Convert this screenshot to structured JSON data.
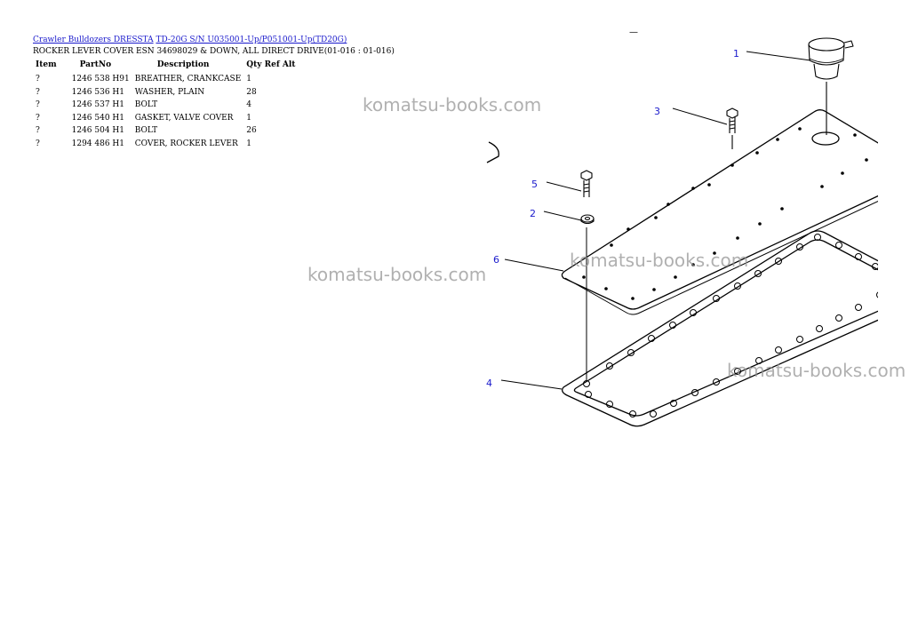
{
  "breadcrumb": {
    "link1": "Crawler Bulldozers DRESSTA",
    "link2": "TD-20G S/N U035001-Up/P051001-Up(TD20G)"
  },
  "subtitle": "ROCKER LEVER COVER ESN 34698029 & DOWN, ALL DIRECT DRIVE(01-016 : 01-016)",
  "table": {
    "headers": [
      "Item",
      "PartNo",
      "Description",
      "Qty",
      "Ref",
      "Alt"
    ],
    "rows": [
      {
        "item": "?",
        "partno": "1246 538 H91",
        "description": "BREATHER, CRANKCASE",
        "qty": "1"
      },
      {
        "item": "?",
        "partno": "1246 536 H1",
        "description": "WASHER, PLAIN",
        "qty": "28"
      },
      {
        "item": "?",
        "partno": "1246 537 H1",
        "description": "BOLT",
        "qty": "4"
      },
      {
        "item": "?",
        "partno": "1246 540 H1",
        "description": "GASKET, VALVE COVER",
        "qty": "1"
      },
      {
        "item": "?",
        "partno": "1246 504 H1",
        "description": "BOLT",
        "qty": "26"
      },
      {
        "item": "?",
        "partno": "1294 486 H1",
        "description": "COVER, ROCKER LEVER",
        "qty": "1"
      }
    ]
  },
  "dash": "—",
  "watermark": "komatsu-books.com",
  "callouts": [
    "1",
    "2",
    "3",
    "4",
    "5",
    "6"
  ],
  "colors": {
    "link": "#1a1acc",
    "callout": "#1a1acc",
    "watermark": "#969696"
  }
}
